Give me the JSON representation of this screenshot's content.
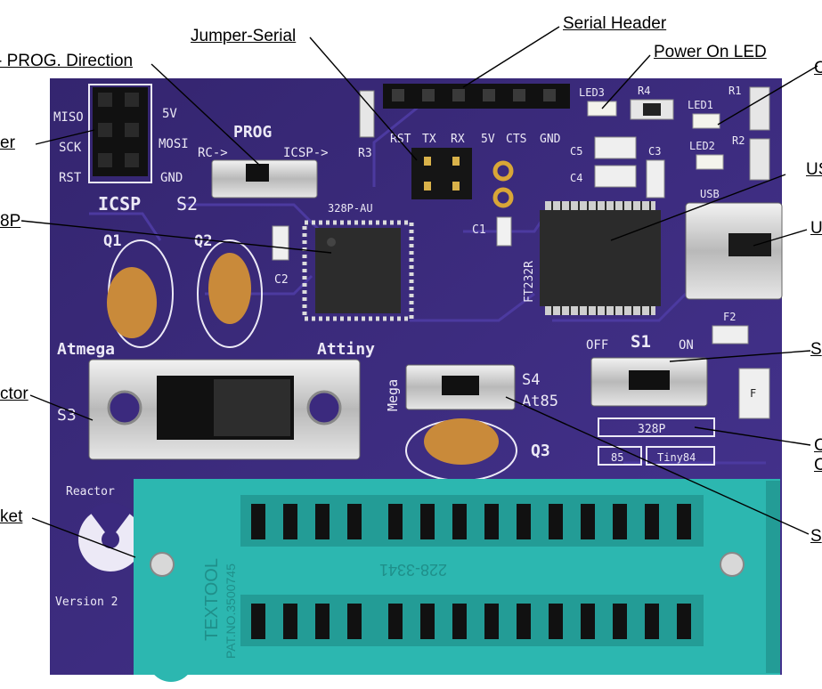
{
  "callouts": {
    "serial_header": "Serial Header",
    "jumper_serial": "Jumper-Serial",
    "power_led": "Power On LED",
    "prog_direction": "- PROG. Direction",
    "header_partial": "er",
    "chip_328p_partial": "8P",
    "usb_chip_partial": "US",
    "usb_conn_partial": "U",
    "switch_partial": "S",
    "connector_partial": "ctor",
    "chip_select_partial": "C",
    "chip_select_partial2": "C",
    "socket_partial": "ket",
    "switch2_partial": "S",
    "led_partial": "C"
  },
  "silkscreen": {
    "icsp_left": [
      "MISO",
      "SCK",
      "RST"
    ],
    "icsp_right": [
      "5V",
      "MOSI",
      "GND"
    ],
    "icsp_title": "ICSP",
    "prog": "PROG",
    "rc_arrow": "RC->",
    "icsp_arrow": "ICSP->",
    "s2": "S2",
    "r3": "R3",
    "serial_pins": [
      "RST",
      "TX",
      "RX",
      "5V",
      "CTS",
      "GND"
    ],
    "led3": "LED3",
    "r4": "R4",
    "led1": "LED1",
    "r1": "R1",
    "led2": "LED2",
    "r2": "R2",
    "c5": "C5",
    "c3": "C3",
    "c4": "C4",
    "c1": "C1",
    "c2": "C2",
    "usb": "USB",
    "ft232r": "FT232R",
    "chip_328p_au": "328P-AU",
    "q1": "Q1",
    "q2": "Q2",
    "q3": "Q3",
    "atmega": "Atmega",
    "attiny": "Attiny",
    "mega": "Mega",
    "s4": "S4",
    "at85": "At85",
    "s3": "S3",
    "s1": "S1",
    "off": "OFF",
    "on": "ON",
    "f2": "F2",
    "f": "F",
    "chip_328p": "328P",
    "chip_85": "85",
    "chip_tiny84": "Tiny84",
    "reactor": "Reactor",
    "version": "Version 2",
    "zif_brand": "TEXTOOL",
    "zif_pat": "PAT.NO.3500745",
    "zif_part": "228-3341"
  },
  "colors": {
    "board": "#3b2a7e",
    "zif": "#2cb7b0",
    "callout_line": "#000000"
  }
}
